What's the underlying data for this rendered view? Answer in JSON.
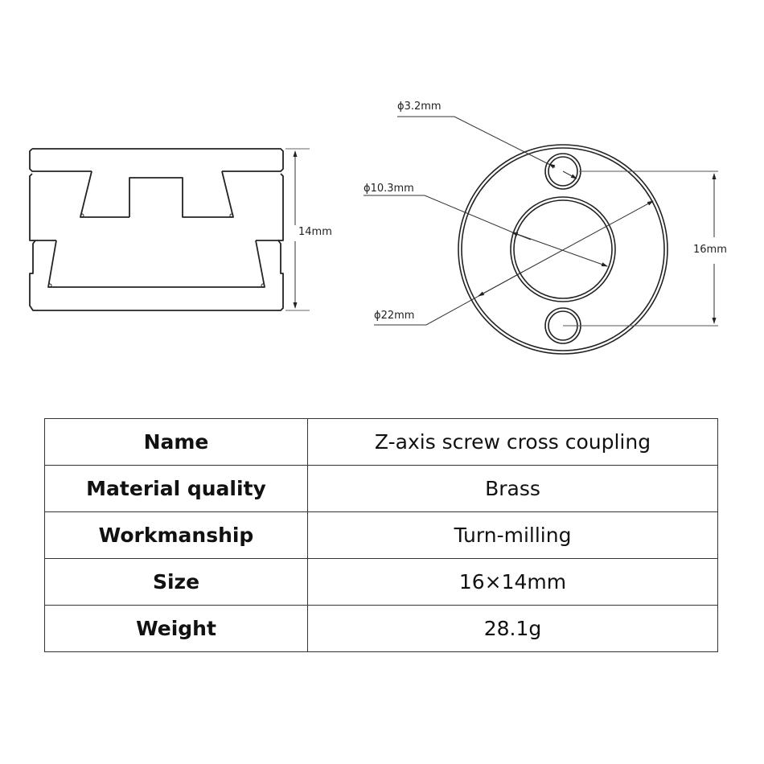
{
  "side_view": {
    "height_label": "14mm"
  },
  "front_view": {
    "hole_diameter_label": "ϕ3.2mm",
    "inner_diameter_label": "ϕ10.3mm",
    "outer_diameter_label": "ϕ22mm",
    "hole_spacing_label": "16mm"
  },
  "spec_table": {
    "rows": [
      {
        "key": "Name",
        "value": "Z-axis screw cross coupling"
      },
      {
        "key": "Material quality",
        "value": "Brass"
      },
      {
        "key": "Workmanship",
        "value": "Turn-milling"
      },
      {
        "key": "Size",
        "value": "16×14mm"
      },
      {
        "key": "Weight",
        "value": "28.1g"
      }
    ]
  },
  "colors": {
    "line": "#222222",
    "dim_line": "#555555",
    "table_border": "#333333",
    "background": "#ffffff"
  }
}
